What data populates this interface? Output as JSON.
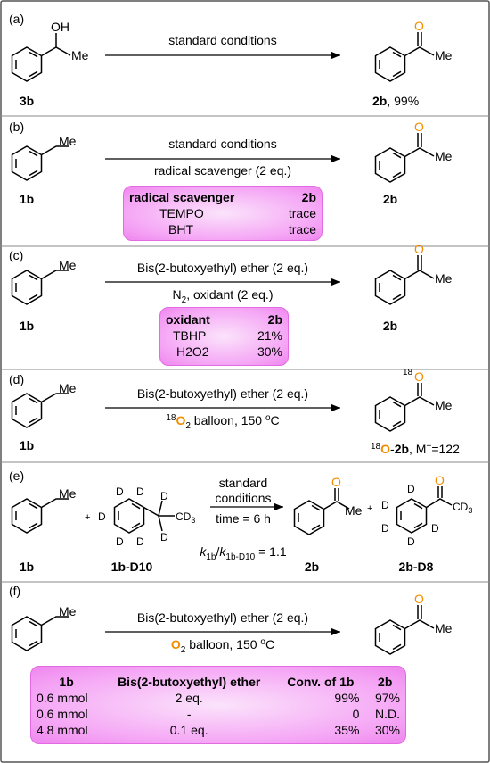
{
  "frame": {
    "border_color": "#555555"
  },
  "colors": {
    "oxygen": "#f28c00",
    "table_bg": "#f5a6f5"
  },
  "panel_a": {
    "label": "(a)",
    "sm_oh": "OH",
    "sm_me": "Me",
    "prod_me": "Me",
    "above": "standard conditions",
    "sm_id": "3b",
    "prod_id": "2b",
    "prod_yield": ", 99%"
  },
  "panel_b": {
    "label": "(b)",
    "sm_me": "Me",
    "prod_me": "Me",
    "above": "standard conditions",
    "below": "radical scavenger (2 eq.)",
    "sm_id": "1b",
    "prod_id": "2b",
    "table": {
      "headers": [
        "radical scavenger",
        "2b"
      ],
      "rows": [
        [
          "TEMPO",
          "trace"
        ],
        [
          "BHT",
          "trace"
        ]
      ]
    }
  },
  "panel_c": {
    "label": "(c)",
    "sm_me": "Me",
    "prod_me": "Me",
    "above": "Bis(2-butoxyethyl) ether (2 eq.)",
    "below_n": "N",
    "below_sub": "2",
    "below_rest": ", oxidant (2 eq.)",
    "sm_id": "1b",
    "prod_id": "2b",
    "table": {
      "headers": [
        "oxidant",
        "2b"
      ],
      "rows": [
        [
          "TBHP",
          "21%"
        ],
        [
          "H2O2",
          "30%"
        ]
      ]
    }
  },
  "panel_d": {
    "label": "(d)",
    "sm_me": "Me",
    "prod_me": "Me",
    "above": "Bis(2-butoxyethyl) ether (2 eq.)",
    "below_sup": "18",
    "below_o": "O",
    "below_sub": "2",
    "below_rest": " balloon, 150 ",
    "below_deg": "o",
    "below_c": "C",
    "iso_label": "18",
    "sm_id": "1b",
    "prod_sup": "18",
    "prod_o": "O",
    "prod_dash": "-",
    "prod_id": "2b",
    "prod_rest": ", M",
    "prod_plus": "+",
    "prod_mass": "=122"
  },
  "panel_e": {
    "label": "(e)",
    "sm_me": "Me",
    "plus": "+",
    "d_label": "D",
    "cd3": "CD",
    "cd3_sub": "3",
    "cond1": "standard",
    "cond2": "conditions",
    "time": "time = 6 h",
    "prod_me": "Me",
    "prod_plus": "+",
    "kie_k": "k",
    "kie_sub1": "1b",
    "kie_slash": "/",
    "kie_k2": "k",
    "kie_sub2": "1b-D10",
    "kie_rest": " = 1.1",
    "sm_id": "1b",
    "sm2_id": "1b-D10",
    "prod_id": "2b",
    "prod2_id": "2b-D8"
  },
  "panel_f": {
    "label": "(f)",
    "sm_me": "Me",
    "prod_me": "Me",
    "above": "Bis(2-butoxyethyl) ether (2 eq.)",
    "below_o": "O",
    "below_sub": "2",
    "below_rest": " balloon, 150 ",
    "below_deg": "o",
    "below_c": "C",
    "table": {
      "headers": [
        "1b",
        "Bis(2-butoxyethyl) ether",
        "Conv. of 1b",
        "2b"
      ],
      "rows": [
        [
          "0.6 mmol",
          "2 eq.",
          "99%",
          "97%"
        ],
        [
          "0.6 mmol",
          "-",
          "0",
          "N.D."
        ],
        [
          "4.8 mmol",
          "0.1 eq.",
          "35%",
          "30%"
        ]
      ]
    }
  }
}
